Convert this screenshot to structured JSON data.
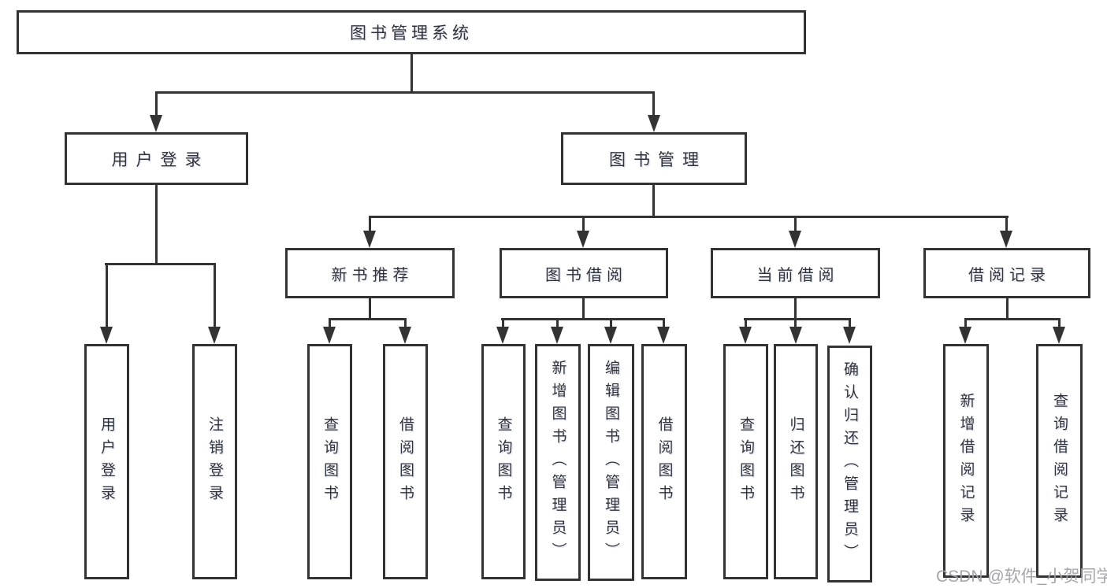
{
  "tree": {
    "label": "图书管理系统",
    "children": [
      {
        "label": "用户登录",
        "children": [
          {
            "label": "用户登录"
          },
          {
            "label": "注销登录"
          }
        ]
      },
      {
        "label": "图书管理",
        "children": [
          {
            "label": "新书推荐",
            "children": [
              {
                "label": "查询图书"
              },
              {
                "label": "借阅图书"
              }
            ]
          },
          {
            "label": "图书借阅",
            "children": [
              {
                "label": "查询图书"
              },
              {
                "label": "新增图书（管理员）"
              },
              {
                "label": "编辑图书（管理员）"
              },
              {
                "label": "借阅图书"
              }
            ]
          },
          {
            "label": "当前借阅",
            "children": [
              {
                "label": "查询图书"
              },
              {
                "label": "归还图书"
              },
              {
                "label": "确认归还（管理员）"
              }
            ]
          },
          {
            "label": "借阅记录",
            "children": [
              {
                "label": "新增借阅记录"
              },
              {
                "label": "查询借阅记录"
              }
            ]
          }
        ]
      }
    ]
  },
  "watermark": "CSDN @软件_小贺同学",
  "colors": {
    "line": "#333333",
    "text": "#333333",
    "watermark": "#9ea1a6",
    "background": "#ffffff"
  }
}
